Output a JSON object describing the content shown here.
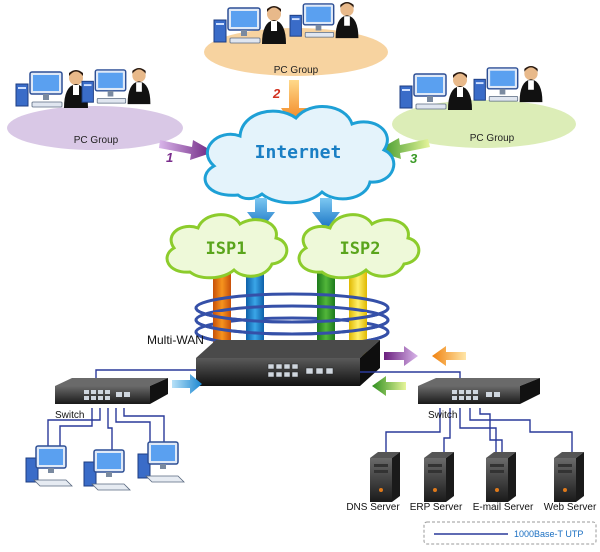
{
  "colors": {
    "pc_group_left": "#d9c8e6",
    "pc_group_top": "#f7d3a0",
    "pc_group_right": "#dcedb7",
    "cloud_fill": "#e4f3fb",
    "cloud_stroke": "#1ea0d6",
    "isp_fill": "#eef9d9",
    "isp_stroke": "#8ccc2c",
    "arrow_blue": "#1e8fd6",
    "arrow_purple": "#7a2d8c",
    "arrow_orange": "#f08a1f",
    "arrow_green": "#3a9a26",
    "ring": "#3550a8",
    "cable": "#2a3a9a"
  },
  "labels": {
    "pc_group_left": "PC Group",
    "pc_group_top": "PC Group",
    "pc_group_right": "PC Group",
    "internet": "Internet",
    "isp1": "ISP1",
    "isp2": "ISP2",
    "multi_wan": "Multi-WAN",
    "switch_left": "Switch",
    "switch_right": "Switch",
    "path_1": "1",
    "path_2": "2",
    "path_3": "3"
  },
  "servers": [
    {
      "label": "DNS Server"
    },
    {
      "label": "ERP Server"
    },
    {
      "label": "E-mail Server"
    },
    {
      "label": "Web Server"
    }
  ],
  "legend": {
    "label": "1000Base-T UTP"
  },
  "icons": [
    "desktop-pc-icon",
    "person-icon",
    "server-icon",
    "switch-icon",
    "router-icon"
  ]
}
